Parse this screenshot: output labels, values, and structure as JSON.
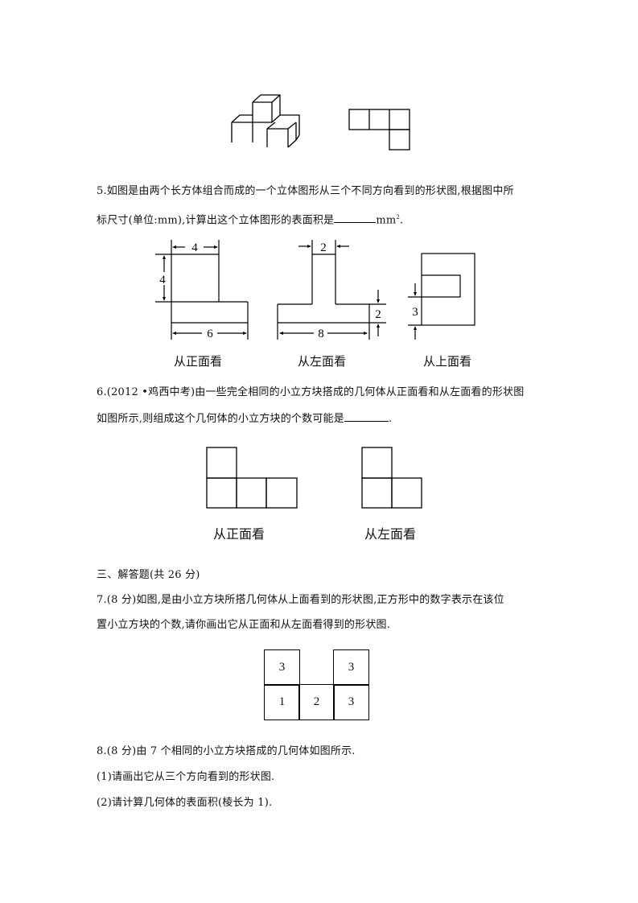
{
  "figure_top": {
    "left_label": "3D arrangement of unit cubes",
    "right_label": "top-view grid: three squares in a row with one square below the rightmost"
  },
  "q5": {
    "line1": "5.如图是由两个长方体组合而成的一个立体图形从三个不同方向看到的形状图,根据图中所",
    "line2_pre": "标尺寸(单位:mm),计算出这个立体图形的表面积是",
    "unit": "mm",
    "unit_sup": "2",
    "end": ".",
    "front": {
      "caption": "从正面看",
      "dim_width_top": "4",
      "dim_height": "4",
      "dim_width_bottom": "6"
    },
    "left": {
      "caption": "从左面看",
      "dim_width_top": "2",
      "dim_height": "2",
      "dim_width_bottom": "8"
    },
    "top": {
      "caption": "从上面看",
      "dim": "3"
    }
  },
  "q6": {
    "line1": "6.(2012 •鸡西中考)由一些完全相同的小立方块搭成的几何体从正面看和从左面看的形状图",
    "line2_pre": "如图所示,则组成这个几何体的小立方块的个数可能是",
    "end": ".",
    "front_caption": "从正面看",
    "left_caption": "从左面看"
  },
  "section3": {
    "title": "三、解答题(共 26 分)"
  },
  "q7": {
    "line1": "7.(8 分)如图,是由小立方块所搭几何体从上面看到的形状图,正方形中的数字表示在该位",
    "line2": "置小立方块的个数,请你画出它从正面和从左面看得到的形状图.",
    "grid": {
      "row1": [
        "3",
        "",
        "3"
      ],
      "row2": [
        "1",
        "2",
        "3"
      ]
    }
  },
  "q8": {
    "line1": "8.(8 分)由 7 个相同的小立方块搭成的几何体如图所示.",
    "part1": "(1)请画出它从三个方向看到的形状图.",
    "part2": "(2)请计算几何体的表面积(棱长为 1)."
  }
}
